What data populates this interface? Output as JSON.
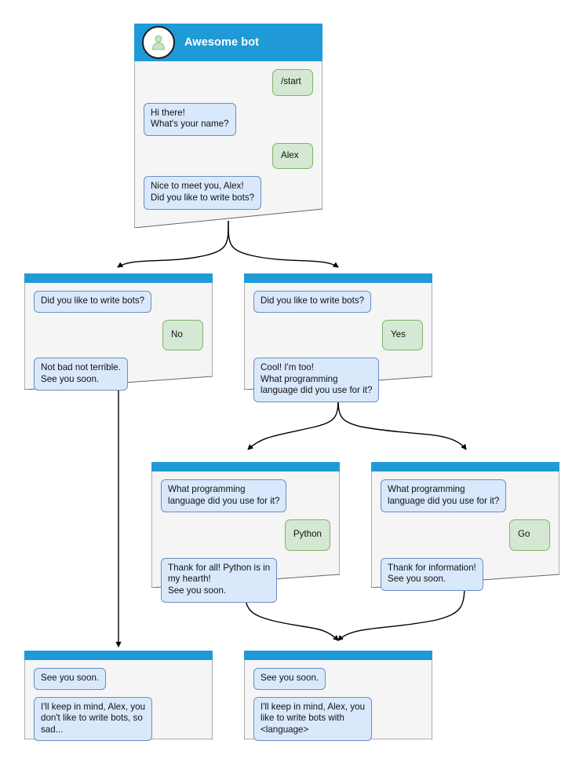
{
  "diagram": {
    "type": "bot-conversation-flowchart",
    "colors": {
      "titlebar": "#1f9ad6",
      "window_fill": "#f5f5f5",
      "window_border": "#666666",
      "bot_bubble_fill": "#dae8fc",
      "bot_bubble_border": "#6c8ebf",
      "user_bubble_fill": "#d5e8d4",
      "user_bubble_border": "#82b366",
      "edge": "#000000"
    }
  },
  "nodes": {
    "root": {
      "title": "Awesome bot",
      "avatar_icon": "user-avatar-icon",
      "messages": [
        {
          "side": "user",
          "text": "/start"
        },
        {
          "side": "bot",
          "text": "Hi there!\nWhat's your name?"
        },
        {
          "side": "user",
          "text": "Alex"
        },
        {
          "side": "bot",
          "text": "Nice to meet you, Alex!\nDid you like to write bots?"
        }
      ]
    },
    "no_branch": {
      "messages": [
        {
          "side": "bot",
          "text": "Did you like to write bots?"
        },
        {
          "side": "user",
          "text": "No"
        },
        {
          "side": "bot",
          "text": "Not bad not terrible.\nSee you soon."
        }
      ]
    },
    "yes_branch": {
      "messages": [
        {
          "side": "bot",
          "text": "Did you like to write bots?"
        },
        {
          "side": "user",
          "text": "Yes"
        },
        {
          "side": "bot",
          "text": "Cool! I'm too!\nWhat programming\nlanguage did you use for it?"
        }
      ]
    },
    "python_branch": {
      "messages": [
        {
          "side": "bot",
          "text": "What programming\nlanguage did you use for it?"
        },
        {
          "side": "user",
          "text": "Python"
        },
        {
          "side": "bot",
          "text": "Thank for all! Python is in\nmy hearth!\nSee you soon."
        }
      ]
    },
    "go_branch": {
      "messages": [
        {
          "side": "bot",
          "text": "What programming\nlanguage did you use for it?"
        },
        {
          "side": "user",
          "text": "Go"
        },
        {
          "side": "bot",
          "text": "Thank for information!\nSee you soon."
        }
      ]
    },
    "end_no": {
      "messages": [
        {
          "side": "bot",
          "text": "See you soon."
        },
        {
          "side": "bot",
          "text": "I'll keep in mind, Alex, you\ndon't like to write bots, so\nsad..."
        }
      ]
    },
    "end_yes": {
      "messages": [
        {
          "side": "bot",
          "text": "See you soon."
        },
        {
          "side": "bot",
          "text": "I'll keep in mind, Alex, you\nlike to write bots with\n<language>"
        }
      ]
    }
  }
}
